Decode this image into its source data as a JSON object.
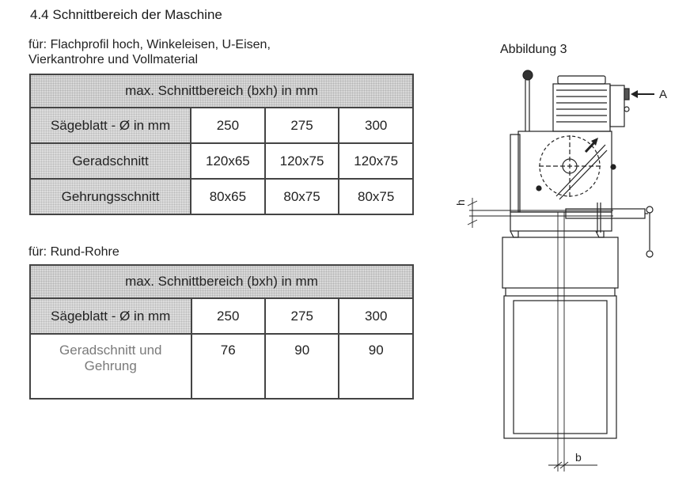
{
  "section": {
    "title": "4.4 Schnittbereich der Maschine"
  },
  "profiles": {
    "line1": "für: Flachprofil hoch, Winkeleisen, U-Eisen,",
    "line2": "Vierkantrohre und Vollmaterial"
  },
  "table1": {
    "header": "max. Schnittbereich (bxh) in mm",
    "rows": [
      {
        "label": "Sägeblatt - Ø in mm",
        "values": [
          "250",
          "275",
          "300"
        ]
      },
      {
        "label": "Geradschnitt",
        "values": [
          "120x65",
          "120x75",
          "120x75"
        ]
      },
      {
        "label": "Gehrungsschnitt",
        "values": [
          "80x65",
          "80x75",
          "80x75"
        ]
      }
    ]
  },
  "rohre": {
    "label": "für: Rund-Rohre"
  },
  "table2": {
    "header": "max. Schnittbereich (bxh) in mm",
    "rows": [
      {
        "label": "Sägeblatt - Ø in mm",
        "values": [
          "250",
          "275",
          "300"
        ]
      },
      {
        "label_line1": "Geradschnitt und",
        "label_line2": "Gehrung",
        "values": [
          "76",
          "90",
          "90"
        ]
      }
    ]
  },
  "figure": {
    "caption": "Abbildung 3",
    "label_a": "A",
    "label_h": "h",
    "label_b": "b"
  }
}
